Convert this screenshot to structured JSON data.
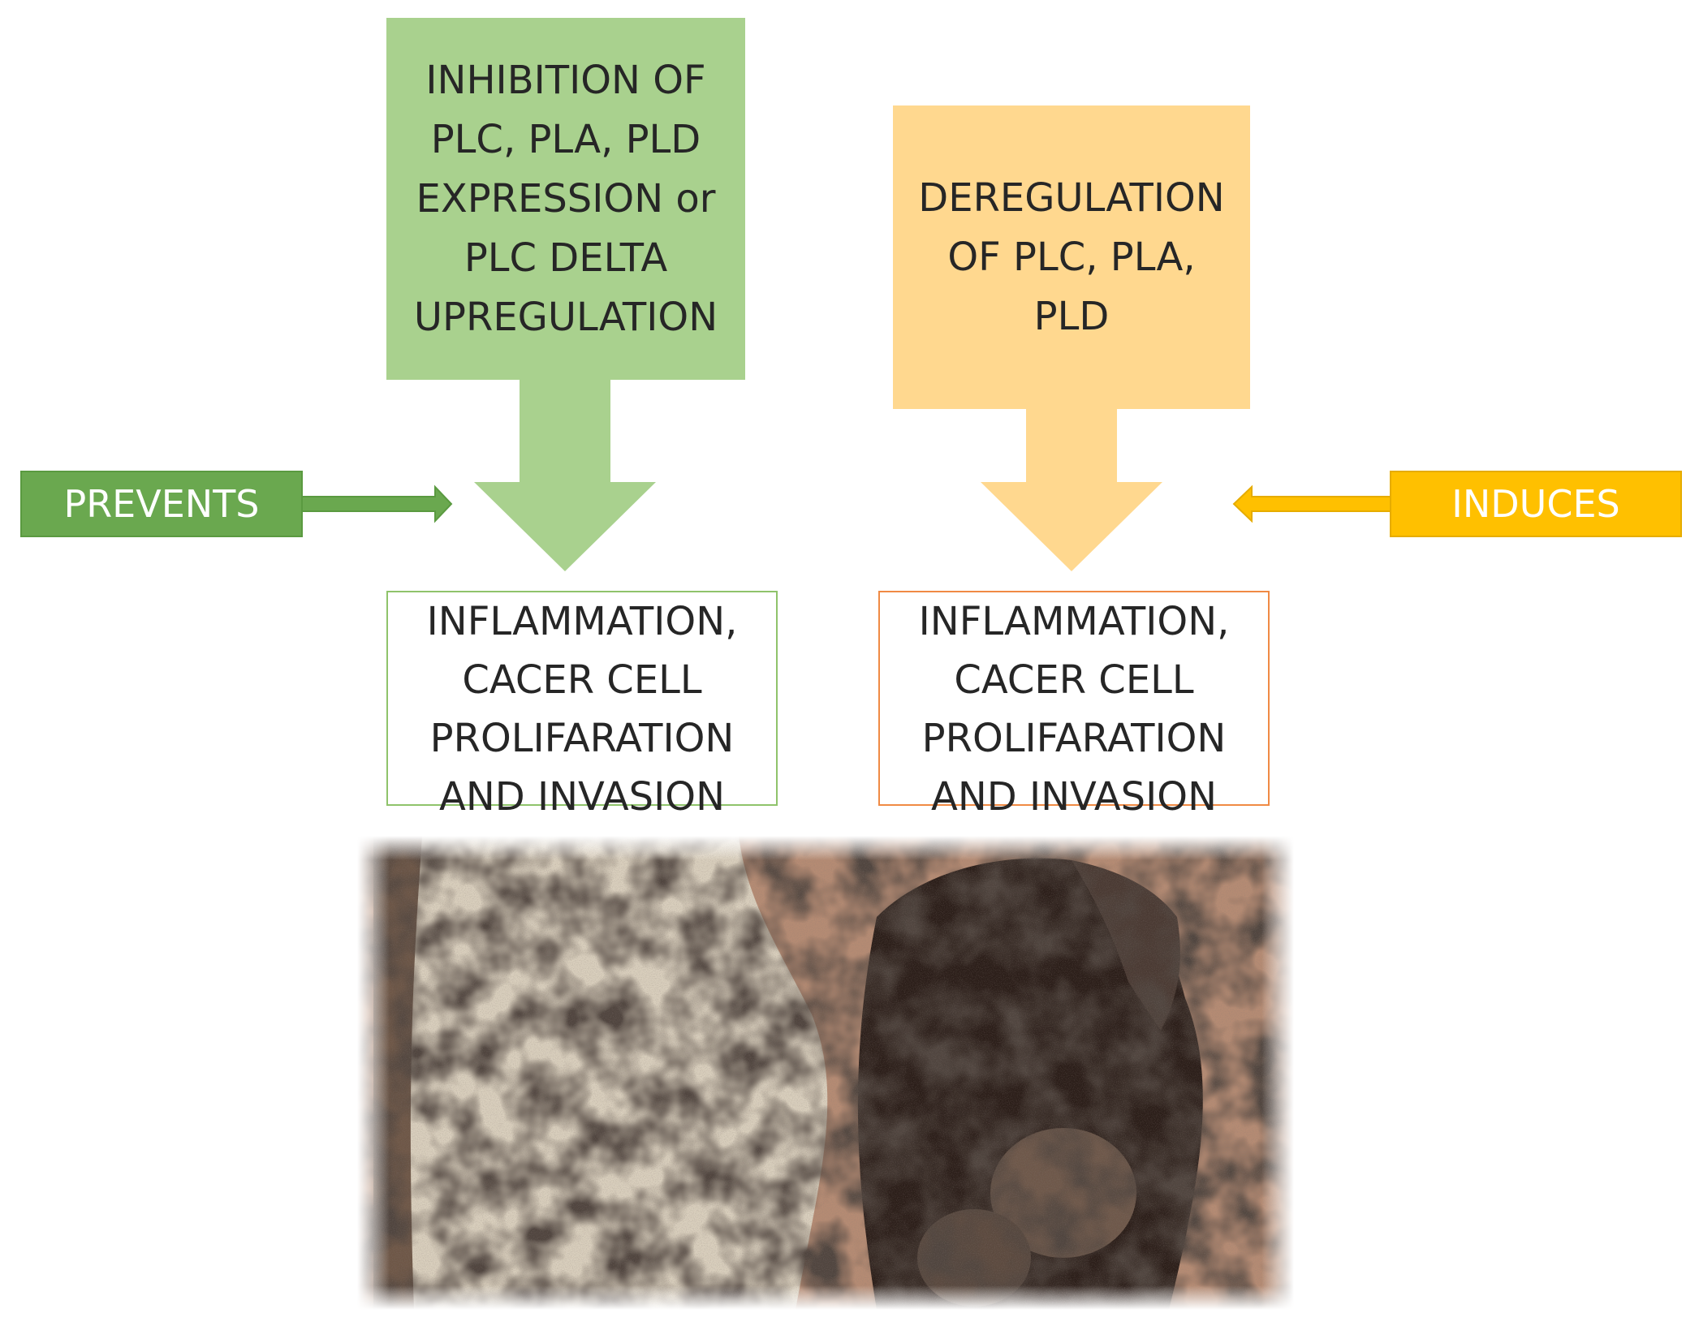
{
  "top_left_box": {
    "lines": [
      "INHIBITION OF",
      "PLC, PLA, PLD",
      "EXPRESSION or",
      "PLC DELTA",
      "UPREGULATION"
    ]
  },
  "top_right_box": {
    "lines": [
      "DEREGULATION",
      "OF PLC, PLA,",
      "PLD"
    ]
  },
  "bottom_left_box": {
    "lines": [
      "INFLAMMATION,",
      "CACER CELL",
      "PROLIFARATION",
      "AND INVASION"
    ]
  },
  "bottom_right_box": {
    "lines": [
      "INFLAMMATION,",
      "CACER CELL",
      "PROLIFARATION",
      "AND INVASION"
    ]
  },
  "left_label": "PREVENTS",
  "right_label": "INDUCES",
  "colors": {
    "green_box": "#a9d18e",
    "green_label": "#6aa84f",
    "orange_box": "#ffd88f",
    "orange_label": "#ffc000",
    "green_border": "#8fc36b",
    "orange_border": "#f08a44"
  }
}
